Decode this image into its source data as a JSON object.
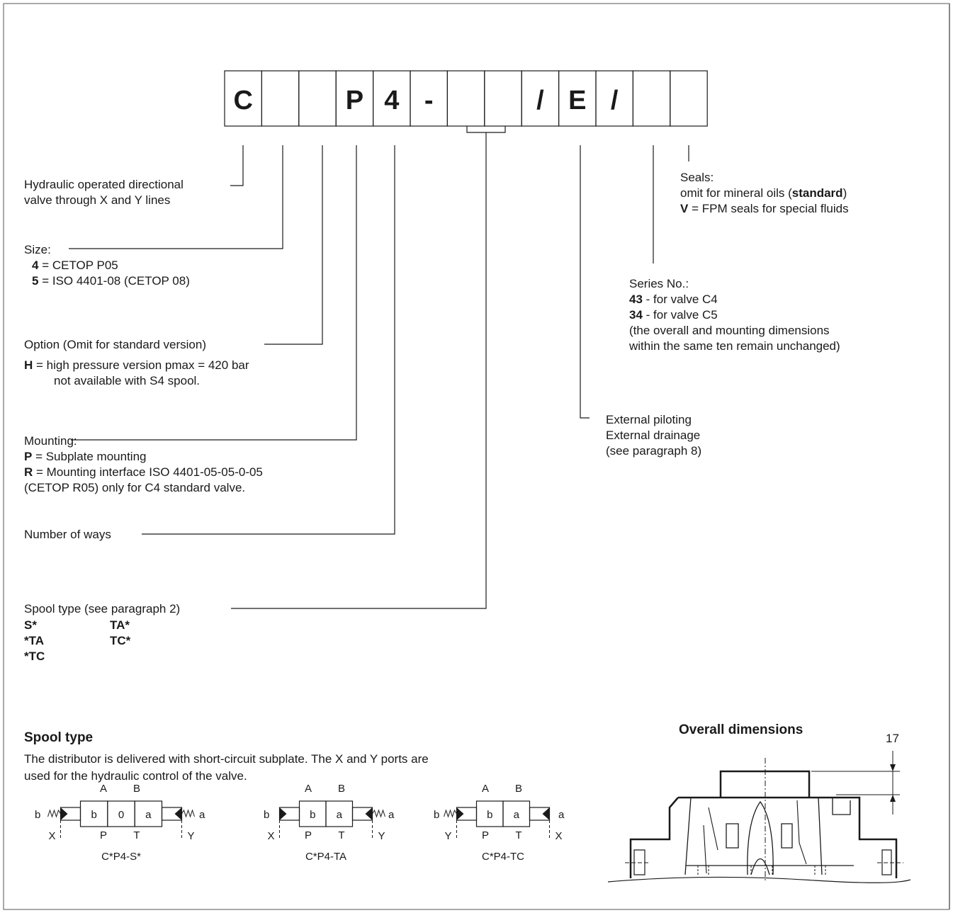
{
  "code_boxes": [
    "C",
    "",
    "",
    "P",
    "4",
    "-",
    "",
    "",
    "/",
    "E",
    "/",
    "",
    ""
  ],
  "sections": {
    "type": [
      "Hydraulic operated directional",
      "valve  through X and Y lines"
    ],
    "size": {
      "title": "Size:",
      "items": [
        {
          "code": "4",
          "text": " =  CETOP P05"
        },
        {
          "code": "5",
          "text": " =  ISO 4401-08 (CETOP 08)"
        }
      ]
    },
    "option": {
      "title": "Option (Omit for standard version)",
      "code": "H",
      "text": " = high pressure version pmax = 420 bar",
      "note": "not available with S4 spool."
    },
    "mounting": {
      "title": "Mounting:",
      "items": [
        {
          "code": "P",
          "text": " = Subplate mounting"
        },
        {
          "code": "R",
          "text": " = Mounting interface ISO 4401-05-05-0-05"
        }
      ],
      "note": "(CETOP R05) only for C4 standard valve."
    },
    "ways": "Number of ways",
    "spool": {
      "title": "Spool type (see paragraph 2)",
      "col1": [
        "S*",
        "*TA",
        "*TC"
      ],
      "col2": [
        "TA*",
        "TC*"
      ]
    },
    "seals": {
      "title": "Seals:",
      "line1_pre": "omit for mineral oils (",
      "line1_bold": "standard",
      "line1_post": ")",
      "code": "V",
      "text": " = FPM seals for special fluids"
    },
    "series": {
      "title": "Series No.:",
      "items": [
        {
          "code": "43",
          "text": " - for valve C4"
        },
        {
          "code": "34",
          "text": " - for valve C5"
        }
      ],
      "notes": [
        "(the overall and mounting dimensions",
        "within the same ten remain unchanged)"
      ]
    },
    "piloting": [
      "External piloting",
      "External drainage",
      "(see paragraph 8)"
    ]
  },
  "spool_section": {
    "title": "Spool type",
    "desc": [
      "The distributor is delivered with short-circuit subplate. The X and Y ports are",
      "used for the hydraulic control of the valve."
    ]
  },
  "symbols": [
    {
      "ports_top": [
        "A",
        "B"
      ],
      "boxes": [
        "b",
        "0",
        "a"
      ],
      "ports_bottom": [
        "P",
        "T"
      ],
      "left": "b",
      "right": "a",
      "pilot_left": "X",
      "pilot_right": "Y",
      "left_spring": true,
      "right_spring": true,
      "caption": "C*P4-S*"
    },
    {
      "ports_top": [
        "A",
        "B"
      ],
      "boxes": [
        "b",
        "a"
      ],
      "ports_bottom": [
        "P",
        "T"
      ],
      "left": "b",
      "right": "a",
      "pilot_left": "X",
      "pilot_right": "Y",
      "left_spring": false,
      "right_spring": true,
      "caption": "C*P4-TA"
    },
    {
      "ports_top": [
        "A",
        "B"
      ],
      "boxes": [
        "b",
        "a"
      ],
      "ports_bottom": [
        "P",
        "T"
      ],
      "left": "b",
      "right": "a",
      "pilot_left": "Y",
      "pilot_right": "X",
      "left_spring": true,
      "right_spring": false,
      "caption": "C*P4-TC"
    }
  ],
  "dimensions": {
    "title": "Overall dimensions",
    "value": "17"
  }
}
